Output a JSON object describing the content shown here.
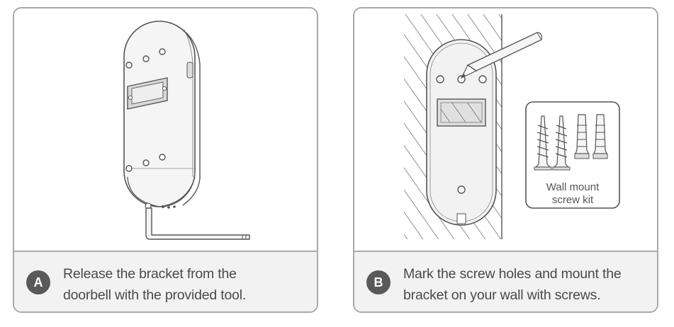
{
  "panels": [
    {
      "step": "A",
      "caption_line1": "Release the bracket from the",
      "caption_line2": "doorbell with the provided tool."
    },
    {
      "step": "B",
      "caption_line1": "Mark the screw holes and mount the",
      "caption_line2": "bracket on your wall with screws.",
      "kit_label_line1": "Wall mount",
      "kit_label_line2": "screw kit"
    }
  ],
  "colors": {
    "border": "#a9a9a9",
    "caption_bg": "#f2f2f2",
    "badge": "#595959",
    "text": "#4a4a4a",
    "device_fill": "#f5f5f5",
    "line": "#555555"
  }
}
